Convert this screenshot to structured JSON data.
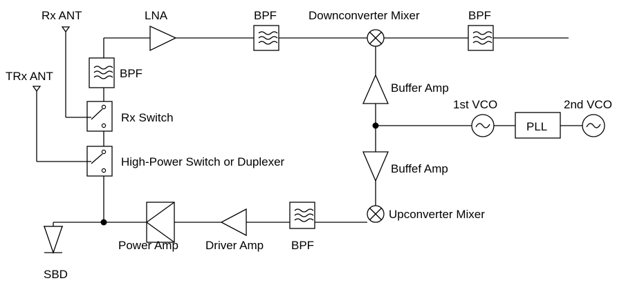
{
  "labels": {
    "rx_ant": "Rx ANT",
    "trx_ant": "TRx ANT",
    "lna": "LNA",
    "bpf_rx1": "BPF",
    "downconverter_mixer": "Downconverter Mixer",
    "bpf_rx2": "BPF",
    "bpf_ant": "BPF",
    "buffer_amp_top": "Buffer Amp",
    "first_vco": "1st VCO",
    "second_vco": "2nd VCO",
    "pll": "PLL",
    "rx_switch": "Rx Switch",
    "high_power_switch": "High-Power Switch or Duplexer",
    "buffer_amp_bottom": "Buffef Amp",
    "upconverter_mixer": "Upconverter Mixer",
    "power_amp": "Power Amp",
    "driver_amp": "Driver Amp",
    "bpf_tx": "BPF",
    "sbd": "SBD"
  },
  "icons": {
    "filter": "bandpass-filter-symbol",
    "mixer": "mixer-symbol",
    "oscillator": "oscillator-symbol",
    "amplifier": "triangle-amplifier-symbol",
    "antenna": "antenna-symbol",
    "switch": "switch-symbol",
    "diode": "diode-symbol"
  }
}
